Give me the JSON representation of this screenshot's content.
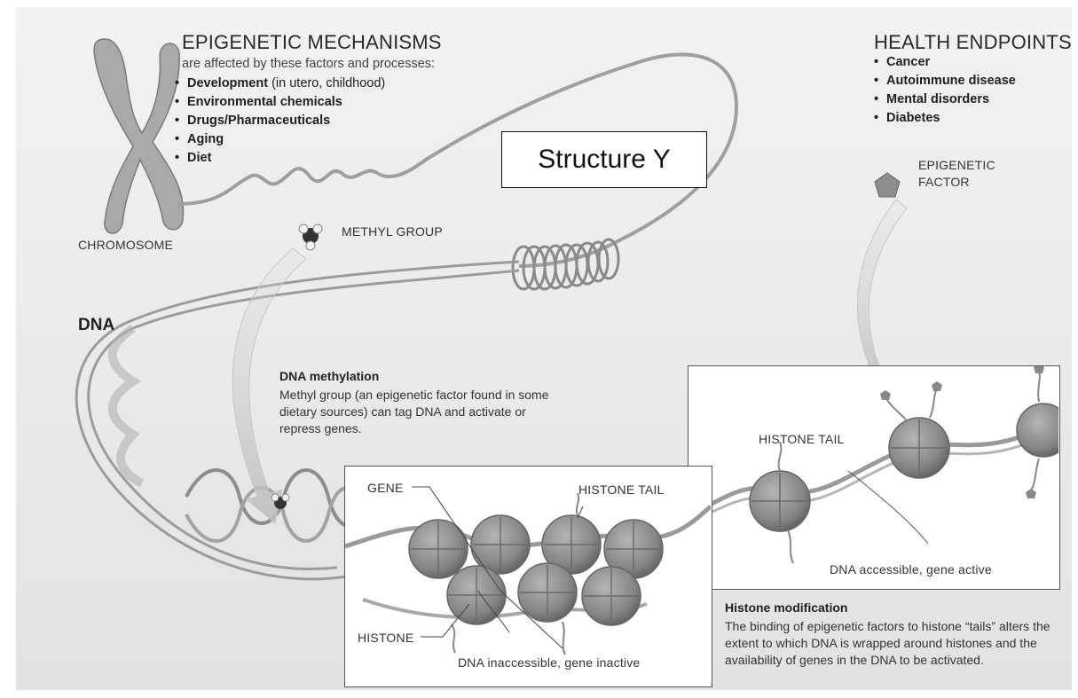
{
  "mechanisms": {
    "title": "EPIGENETIC MECHANISMS",
    "subtitle": "are affected by these factors and processes:",
    "items": [
      {
        "bold": "Development",
        "rest": " (in utero, childhood)"
      },
      {
        "bold": "Environmental chemicals",
        "rest": ""
      },
      {
        "bold": "Drugs/Pharmaceuticals",
        "rest": ""
      },
      {
        "bold": "Aging",
        "rest": ""
      },
      {
        "bold": "Diet",
        "rest": ""
      }
    ]
  },
  "endpoints": {
    "title": "HEALTH ENDPOINTS",
    "items": [
      "Cancer",
      "Autoimmune disease",
      "Mental disorders",
      "Diabetes"
    ]
  },
  "structure_label": "Structure Y",
  "labels": {
    "chromosome": "CHROMOSOME",
    "methyl_group": "METHYL GROUP",
    "epigenetic_factor_line1": "EPIGENETIC",
    "epigenetic_factor_line2": "FACTOR",
    "dna": "DNA",
    "gene": "GENE",
    "histone_tail_left": "HISTONE TAIL",
    "histone_tail_right": "HISTONE TAIL",
    "histone": "HISTONE",
    "dna_inaccessible": "DNA inaccessible, gene inactive",
    "dna_accessible": "DNA accessible, gene active"
  },
  "methylation": {
    "title": "DNA methylation",
    "body": "Methyl group (an epigenetic factor found in some dietary sources) can tag DNA and activate or repress genes."
  },
  "histone_mod": {
    "title": "Histone modification",
    "body": "The binding of epigenetic factors to histone “tails” alters the extent to which DNA is wrapped around histones and the availability of genes in the DNA to be activated."
  },
  "colors": {
    "background": "#ececec",
    "histone": "#8f8f8f",
    "strand": "#a8a8a8"
  }
}
